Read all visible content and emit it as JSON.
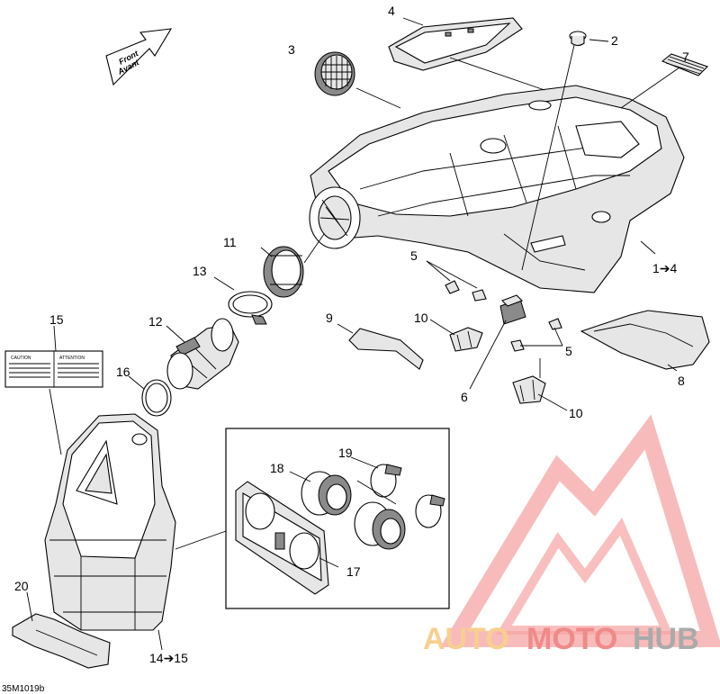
{
  "diagram_code": "35M1019b",
  "front_arrow": {
    "line1": "Front",
    "line2": "Avant"
  },
  "callouts": {
    "c1to4": "1➔4",
    "c2": "2",
    "c3": "3",
    "c4": "4",
    "c5a": "5",
    "c5b": "5",
    "c6": "6",
    "c7": "7",
    "c8": "8",
    "c9": "9",
    "c10a": "10",
    "c10b": "10",
    "c11": "11",
    "c12": "12",
    "c13": "13",
    "c14to15": "14➔15",
    "c15": "15",
    "c16": "16",
    "c17": "17",
    "c18": "18",
    "c19": "19",
    "c20": "20"
  },
  "caution_label": {
    "left_title": "CAUTION",
    "right_title": "ATTENTION"
  },
  "watermark": {
    "part1": "AUTO",
    "part2": "MOTO",
    "part3": "HUB",
    "color_light": "#f7cf8f",
    "color_red": "#f08a8a",
    "color_gray": "#aaaaaa"
  }
}
